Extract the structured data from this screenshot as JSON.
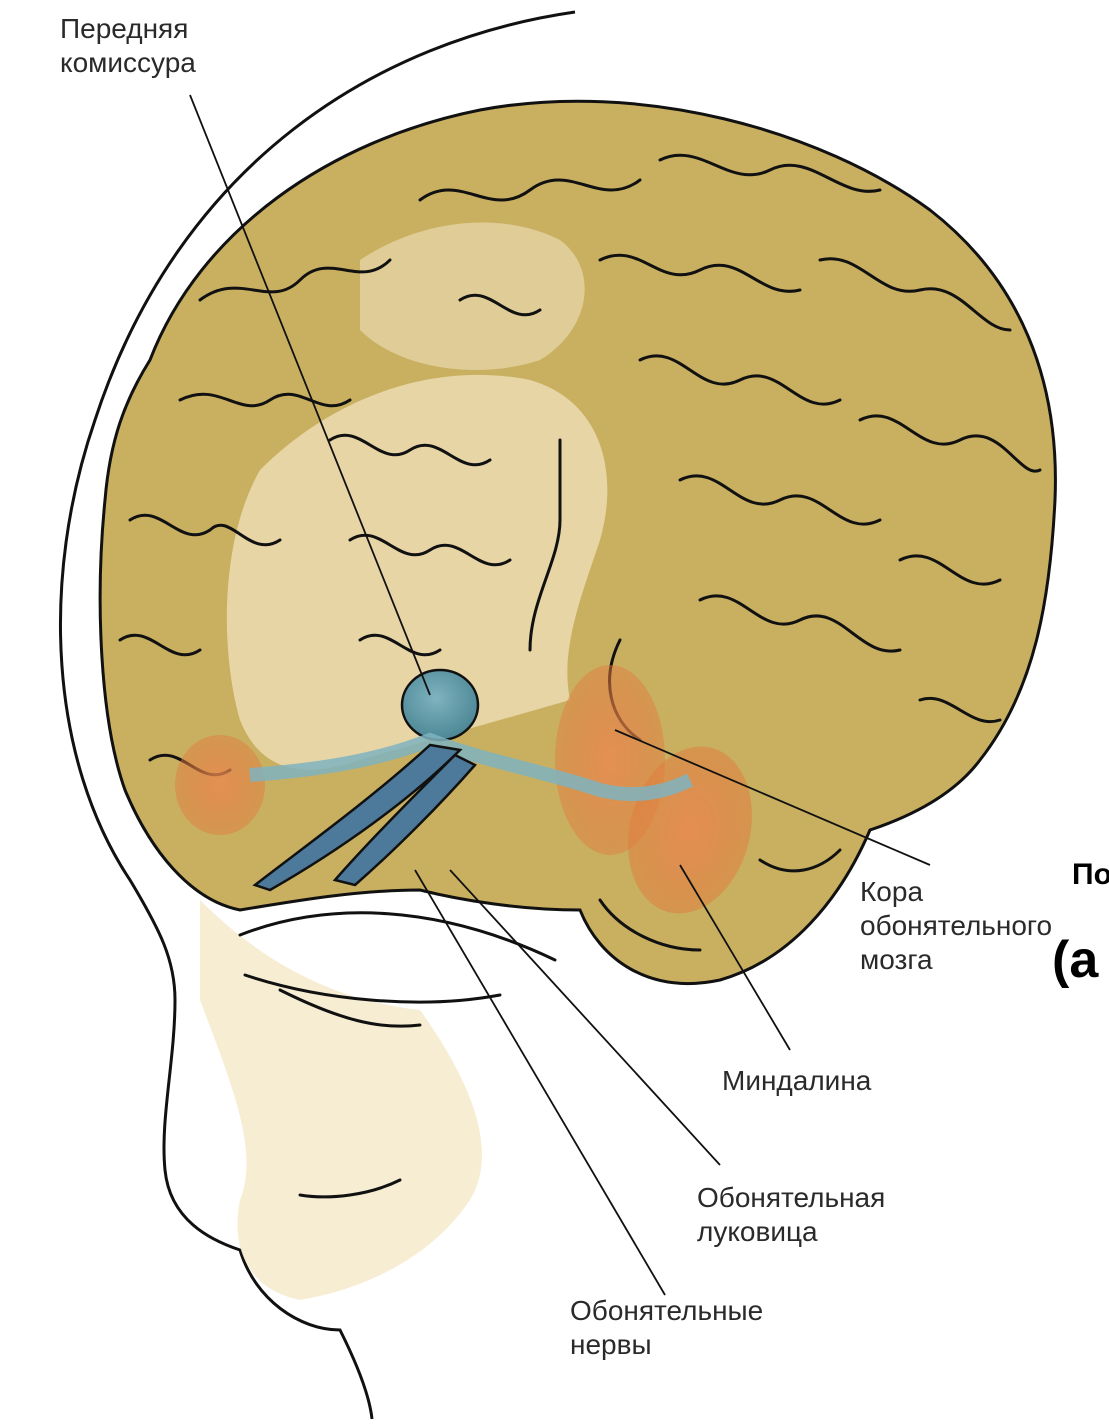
{
  "labels": {
    "anterior_commissure": "Передняя\nкомиссура",
    "olfactory_cortex": "Кора\nобонятельного\nмозга",
    "amygdala": "Миндалина",
    "olfactory_bulb": "Обонятельная\nлуковица",
    "olfactory_nerves": "Обонятельные\nнервы"
  },
  "overlay": {
    "title_fragment": "По",
    "subtitle_fragment": "(а"
  },
  "colors": {
    "brain_fill": "#c9b061",
    "brain_light": "#ead9ad",
    "outline": "#111111",
    "commissure_blue": "#5f9aa8",
    "orange_region": "#e07a3c",
    "skin": "#f4e9c8"
  }
}
